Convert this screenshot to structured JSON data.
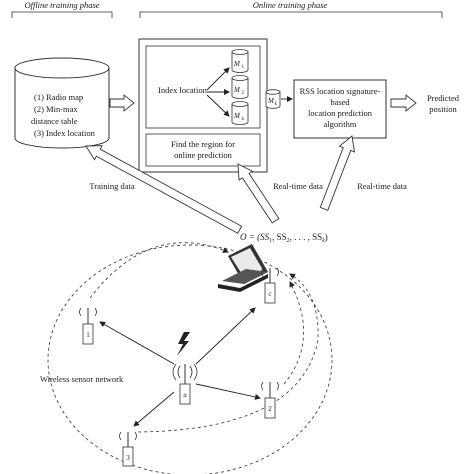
{
  "phases": {
    "offline": "Offline training phase",
    "online": "Online training phase"
  },
  "database": {
    "item1": "(1) Radio map",
    "item2a": "(2) Min-max",
    "item2b": "distance table",
    "item3": "(3) Index location"
  },
  "index_block": {
    "label": "Index location",
    "model1": "1",
    "model2": "2",
    "modelk": "k",
    "selected": "k",
    "m": "M"
  },
  "region_block": {
    "line1": "Find the region for",
    "line2": "online prediction"
  },
  "algorithm_block": {
    "line1": "RSS location signature-",
    "line2": "based",
    "line3": "location prediction",
    "line4": "algorithm"
  },
  "output": {
    "line1": "Predicted",
    "line2": "position"
  },
  "flows": {
    "training_data": "Training data",
    "realtime1": "Real-time data",
    "realtime2": "Real-time data"
  },
  "observation": {
    "prefix": "O = (SS",
    "sub1": "1",
    "sep1": ", SS",
    "sub2": "2",
    "sep2": ", . . . , SS",
    "subk": "k",
    "suffix": ")"
  },
  "network": {
    "label": "Wireless sensor network",
    "node1": "1",
    "node2": "2",
    "node3": "3",
    "node_c": "c",
    "node_u": "u"
  }
}
